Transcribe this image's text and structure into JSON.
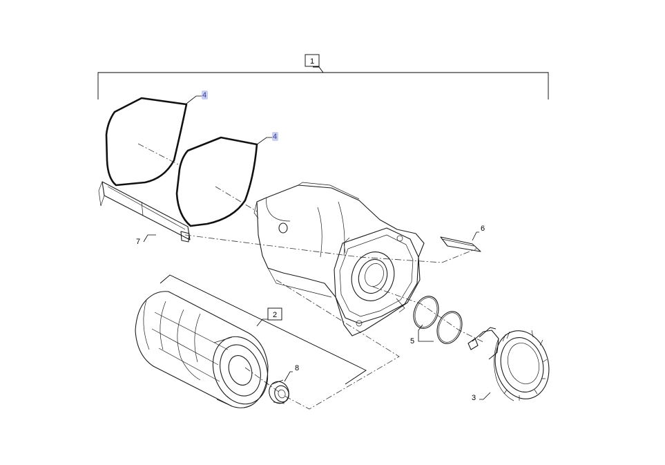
{
  "diagram": {
    "callouts": {
      "c1": "1",
      "c2": "2",
      "c3": "3",
      "c4a": "4",
      "c4b": "4",
      "c5": "5",
      "c6": "6",
      "c7": "7",
      "c8": "8"
    },
    "colors": {
      "line": "#1a1a1a",
      "highlight": "#c8d0f0",
      "background": "#ffffff"
    }
  }
}
